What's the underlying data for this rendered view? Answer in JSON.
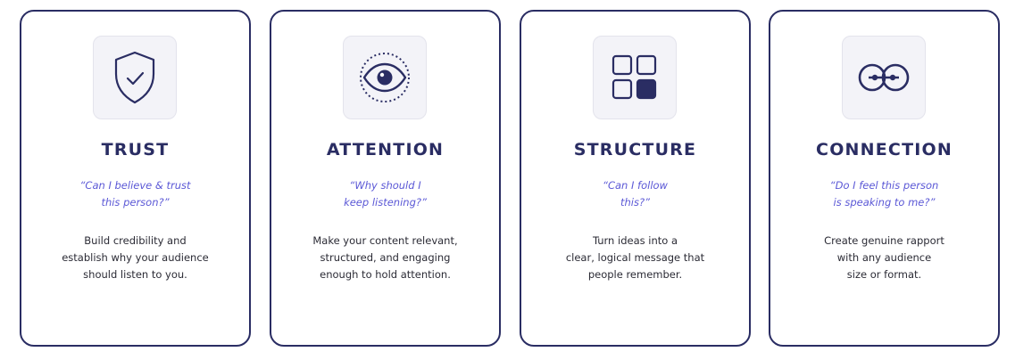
{
  "colors": {
    "navy": "#2a2d63",
    "accent": "#5b58d6",
    "icon_bg": "#f3f3f8"
  },
  "cards": [
    {
      "icon": "shield-check-icon",
      "title": "TRUST",
      "quote": "“Can I believe & trust\nthis person?”",
      "description": "Build credibility and\nestablish why your audience\nshould listen to you."
    },
    {
      "icon": "eye-icon",
      "title": "ATTENTION",
      "quote": "“Why should I\nkeep listening?”",
      "description": "Make your content relevant,\nstructured, and engaging\nenough to hold attention."
    },
    {
      "icon": "grid-icon",
      "title": "STRUCTURE",
      "quote": "“Can I follow\nthis?”",
      "description": "Turn ideas into a\nclear, logical message that\npeople remember."
    },
    {
      "icon": "linked-circles-icon",
      "title": "CONNECTION",
      "quote": "“Do I feel this person\nis speaking to me?”",
      "description": "Create genuine rapport\nwith any audience\nsize or format."
    }
  ]
}
